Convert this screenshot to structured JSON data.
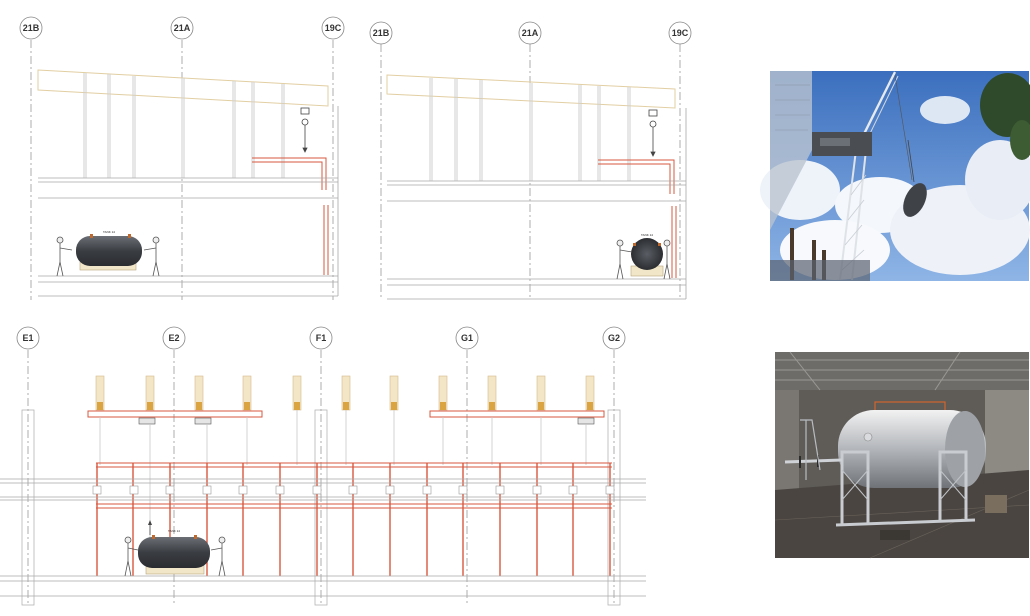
{
  "grid_labels": {
    "top_left": [
      "21B",
      "21A",
      "19C"
    ],
    "top_right": [
      "21B",
      "21A",
      "19C"
    ],
    "bottom": [
      "E1",
      "E2",
      "F1",
      "G1",
      "G2"
    ]
  },
  "tank_labels": {
    "top_left": "TANK 14",
    "top_right": "TANK 14",
    "bottom": "TANK 14"
  },
  "photos": [
    {
      "name": "crane-lifting-tank-photo"
    },
    {
      "name": "stainless-tank-on-cradle-photo"
    }
  ],
  "colors": {
    "beam_tan": "#e8d9b8",
    "steel_red": "#d9573f",
    "gridline_gray": "#9a9a9a",
    "tank_dark": "#3c3f44",
    "sky_blue": "#5d8ed3"
  }
}
